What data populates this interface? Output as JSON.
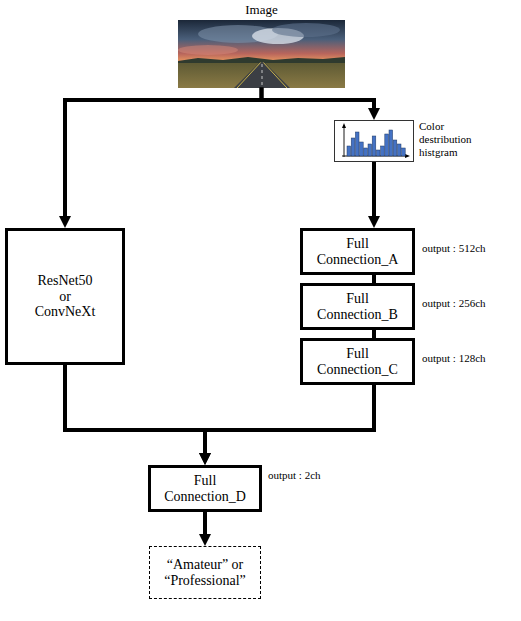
{
  "diagram": {
    "nodes": [
      {
        "text": [
          "Image"
        ]
      },
      {
        "text": [
          "Color destribution histgram"
        ]
      },
      {
        "text": [
          "ResNet50 or ConvNeXt"
        ]
      },
      {
        "text": [
          "Full Connection_A"
        ]
      },
      {
        "text": [
          "Full Connection_B"
        ]
      },
      {
        "text": [
          "Full Connection_C"
        ]
      },
      {
        "text": [
          "Full Connection_D"
        ]
      },
      {
        "text": [
          "“Amateur” or “Professional”"
        ]
      }
    ],
    "edges": [
      {
        "from": 0,
        "to": 2,
        "arrow": "to"
      },
      {
        "from": 0,
        "to": 1,
        "arrow": "to"
      },
      {
        "from": 1,
        "to": 3,
        "arrow": "to"
      },
      {
        "from": 3,
        "to": 4,
        "arrow": "none"
      },
      {
        "from": 4,
        "to": 5,
        "arrow": "none"
      },
      {
        "from": 2,
        "to": 6,
        "arrow": "to"
      },
      {
        "from": 5,
        "to": 6,
        "arrow": "to"
      },
      {
        "from": 6,
        "to": 7,
        "arrow": "to"
      }
    ],
    "labels": [
      "output : 512ch",
      "output : 256ch",
      "output : 128ch",
      "output : 2ch"
    ]
  }
}
